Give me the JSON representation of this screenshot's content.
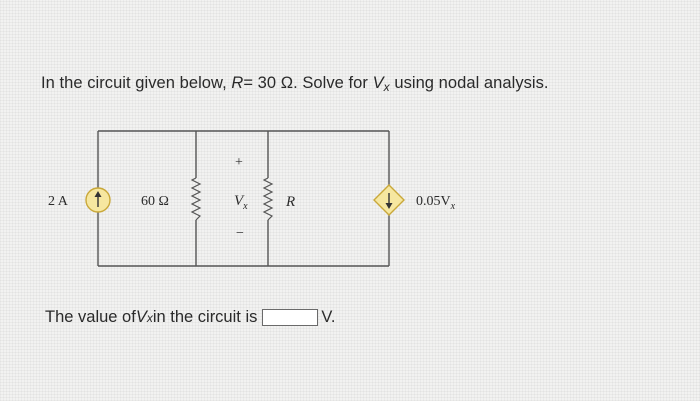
{
  "question": {
    "prefix": "In the circuit given below, ",
    "r_var": "R",
    "r_eq": "= 30 Ω",
    "mid": ". Solve for ",
    "v_var": "V",
    "v_sub": "x",
    "suffix": " using nodal analysis."
  },
  "circuit": {
    "current_source_label": "2 A",
    "resistor1_label": "60 Ω",
    "vx_plus": "+",
    "vx_var": "V",
    "vx_sub": "x",
    "vx_minus": "−",
    "resistor2_label": "R",
    "dependent_source_label": "0.05V",
    "dependent_source_sub": "x"
  },
  "answer": {
    "prefix": "The value of ",
    "v_var": "V",
    "v_sub": "x",
    "mid": " in the circuit is",
    "input_value": "",
    "unit": "V."
  },
  "colors": {
    "source_fill": "#f6e7a0",
    "source_stroke": "#c9a83a",
    "wire": "#555555"
  }
}
